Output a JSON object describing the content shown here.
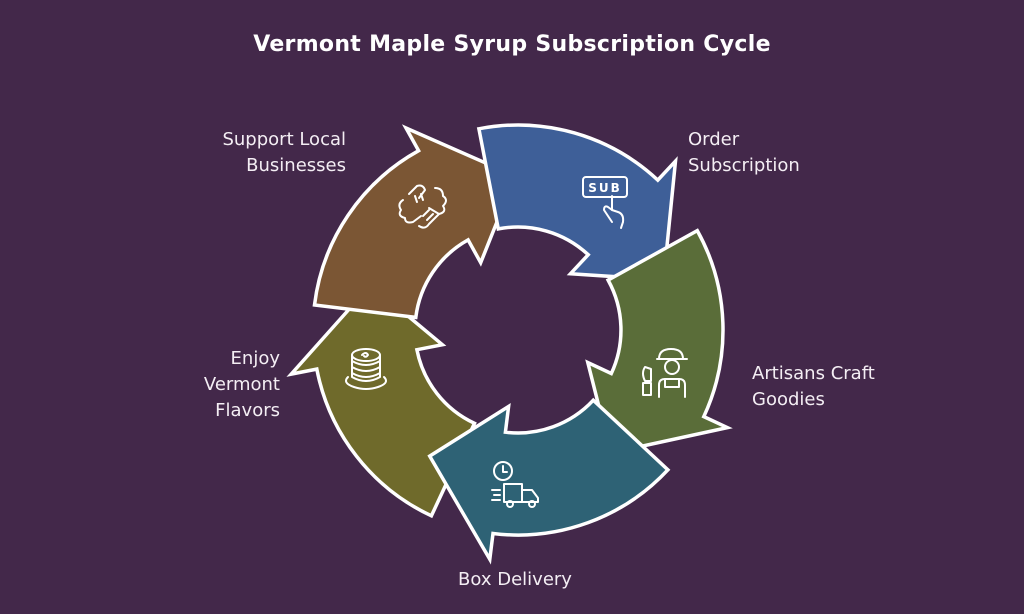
{
  "title": "Vermont Maple Syrup Subscription Cycle",
  "steps": [
    {
      "label_lines": [
        "Support Local",
        "Businesses"
      ],
      "icon": "handshake-icon",
      "color": "#7b5634"
    },
    {
      "label_lines": [
        "Order",
        "Subscription"
      ],
      "icon": "subscribe-button-icon",
      "color": "#3e5f98"
    },
    {
      "label_lines": [
        "Artisans Craft",
        "Goodies"
      ],
      "icon": "artisan-icon",
      "color": "#5a6d39"
    },
    {
      "label_lines": [
        "Box Delivery"
      ],
      "icon": "delivery-truck-icon",
      "color": "#2e6275"
    },
    {
      "label_lines": [
        "Enjoy",
        "Vermont",
        "Flavors"
      ],
      "icon": "pancakes-icon",
      "color": "#6f6a2b"
    }
  ],
  "sub_icon_text": "SUB",
  "background": "#43284a"
}
